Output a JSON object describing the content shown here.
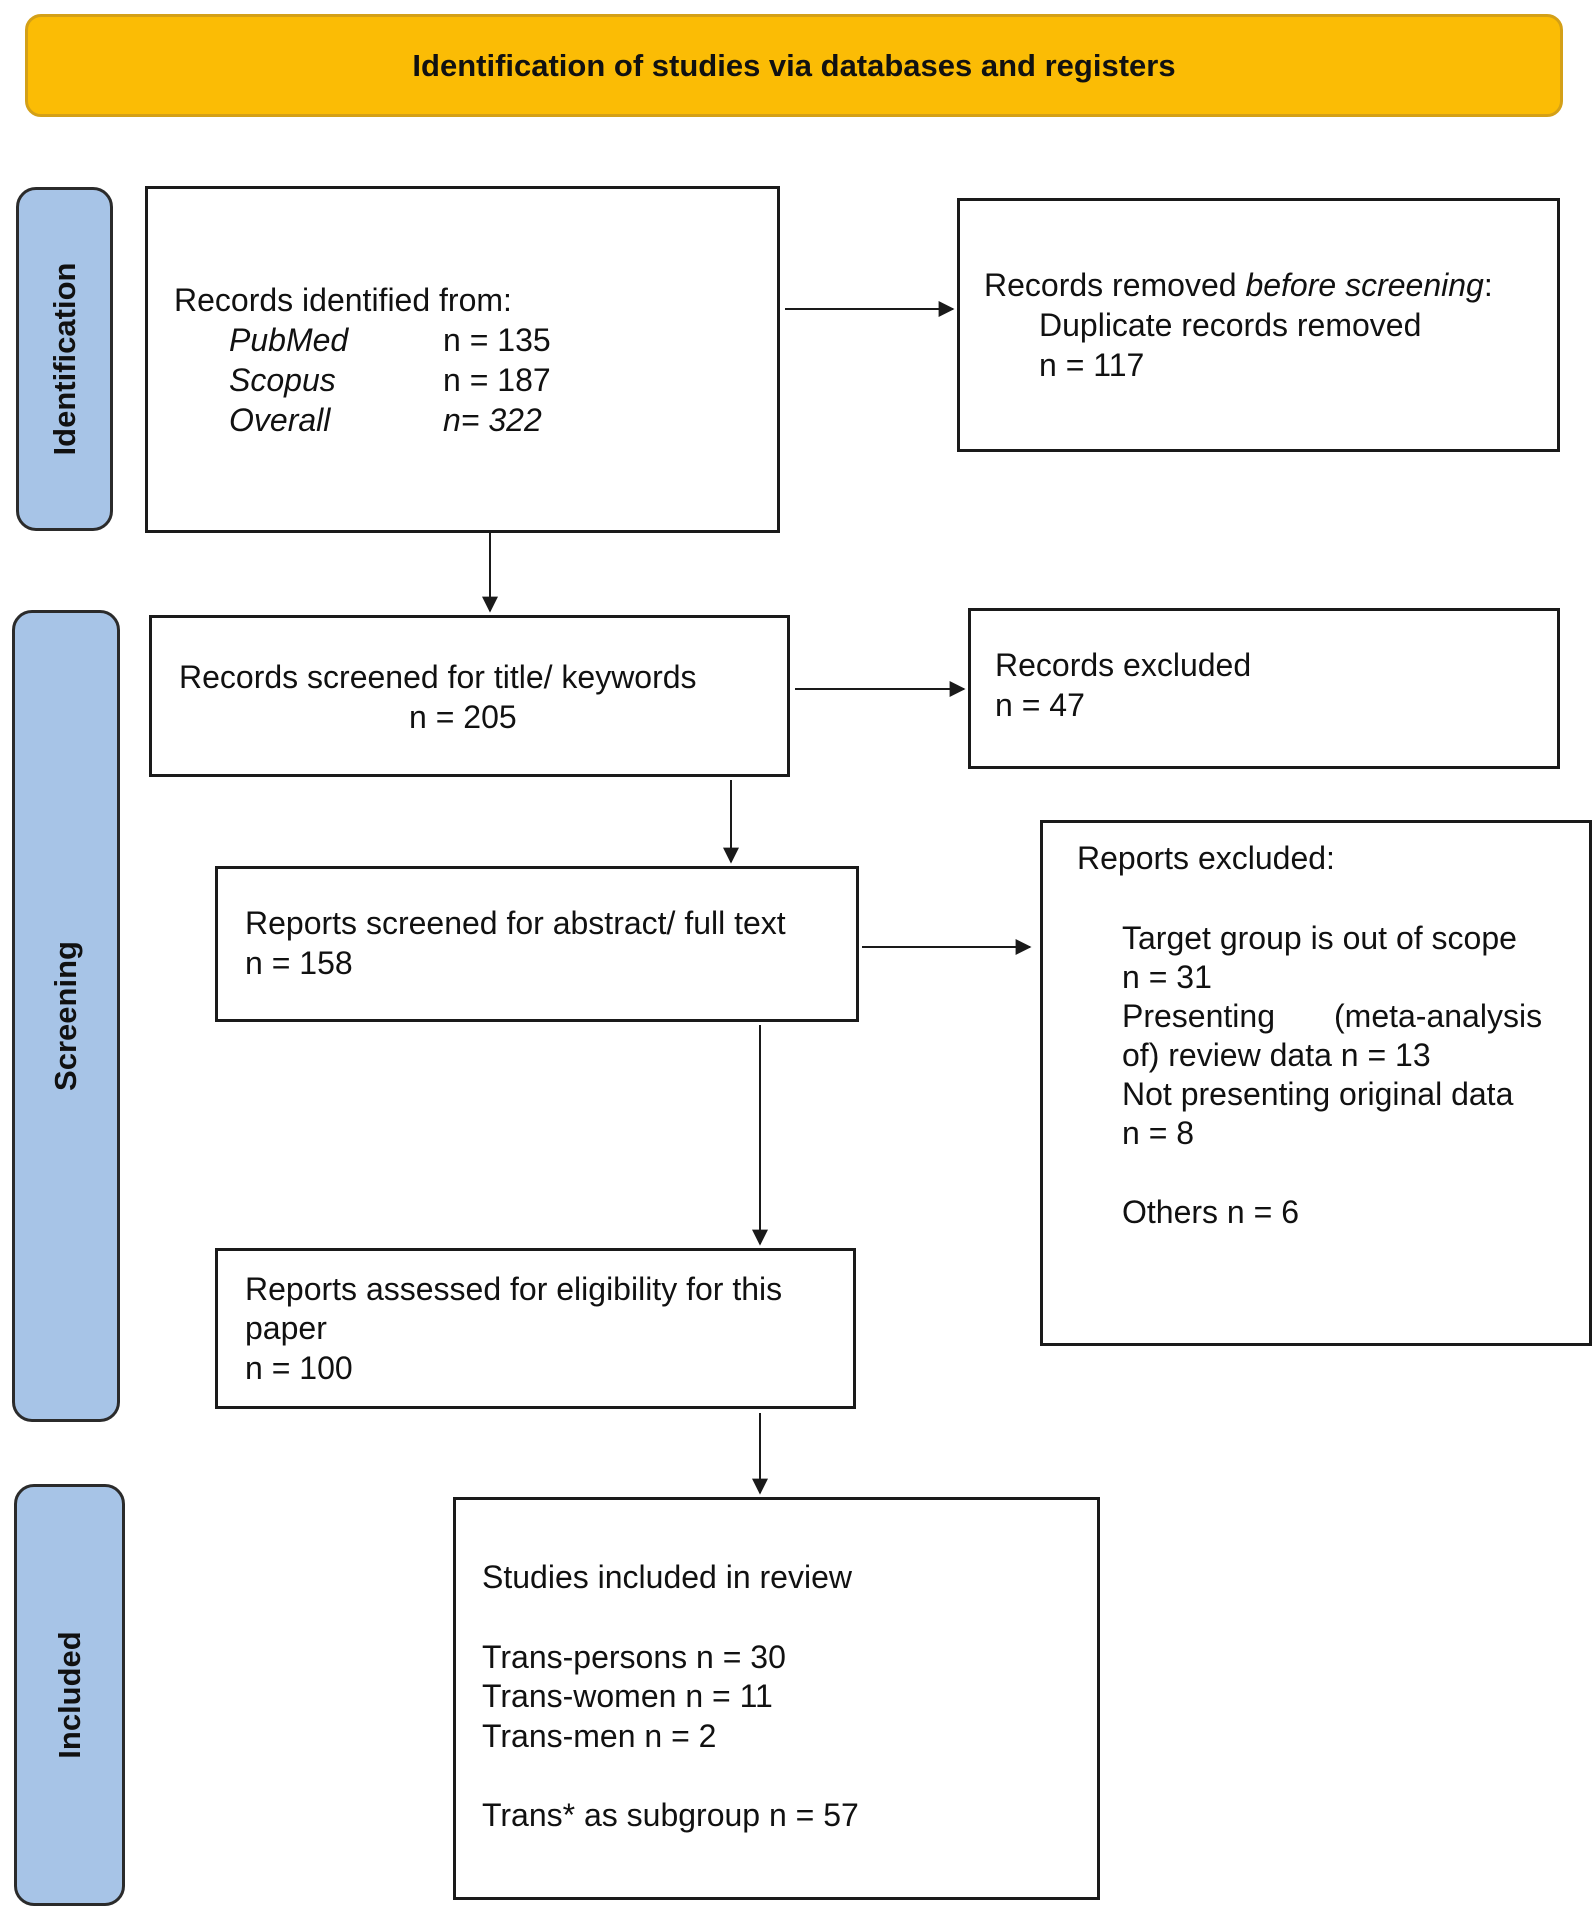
{
  "colors": {
    "header_fill": "#fbbc05",
    "phase_fill": "#a7c4e7",
    "border": "#1a1a1a"
  },
  "header": {
    "title": "Identification of studies via databases and registers"
  },
  "phases": {
    "identification": "Identification",
    "screening": "Screening",
    "included": "Included"
  },
  "identified": {
    "heading": "Records identified from:",
    "sources": [
      {
        "name": "PubMed",
        "count": "n = 135"
      },
      {
        "name": "Scopus",
        "count": "n = 187"
      },
      {
        "name": "Overall",
        "count": "n= 322"
      }
    ]
  },
  "removed": {
    "line1": "Records removed ",
    "line1_italic": "before screening",
    "line1_end": ":",
    "line2": "Duplicate records removed",
    "line3": "n = 117"
  },
  "screened": {
    "line1": "Records screened for title/ keywords",
    "line2": "n = 205"
  },
  "excluded": {
    "line1": "Records excluded",
    "line2": "n = 47"
  },
  "reports_screened": {
    "line1": "Reports screened for abstract/ full text",
    "line2": "n = 158"
  },
  "reports_excluded": {
    "heading": "Reports excluded:",
    "r1a": "Target group is out of scope",
    "r1b": "n = 31",
    "r2a_1": "Presenting",
    "r2a_2": "(meta-analysis",
    "r2b": "of) review data n = 13",
    "r3a_1": "Not presenting original data",
    "r3b": "n = 8",
    "r4": "Others n = 6"
  },
  "assessed": {
    "line1": "Reports assessed for eligibility for this",
    "line2": "paper",
    "line3": "n = 100"
  },
  "included": {
    "heading": "Studies included in review",
    "l1": "Trans-persons n = 30",
    "l2": "Trans-women n = 11",
    "l3": "Trans-men n = 2",
    "l4": "Trans* as subgroup n = 57"
  }
}
